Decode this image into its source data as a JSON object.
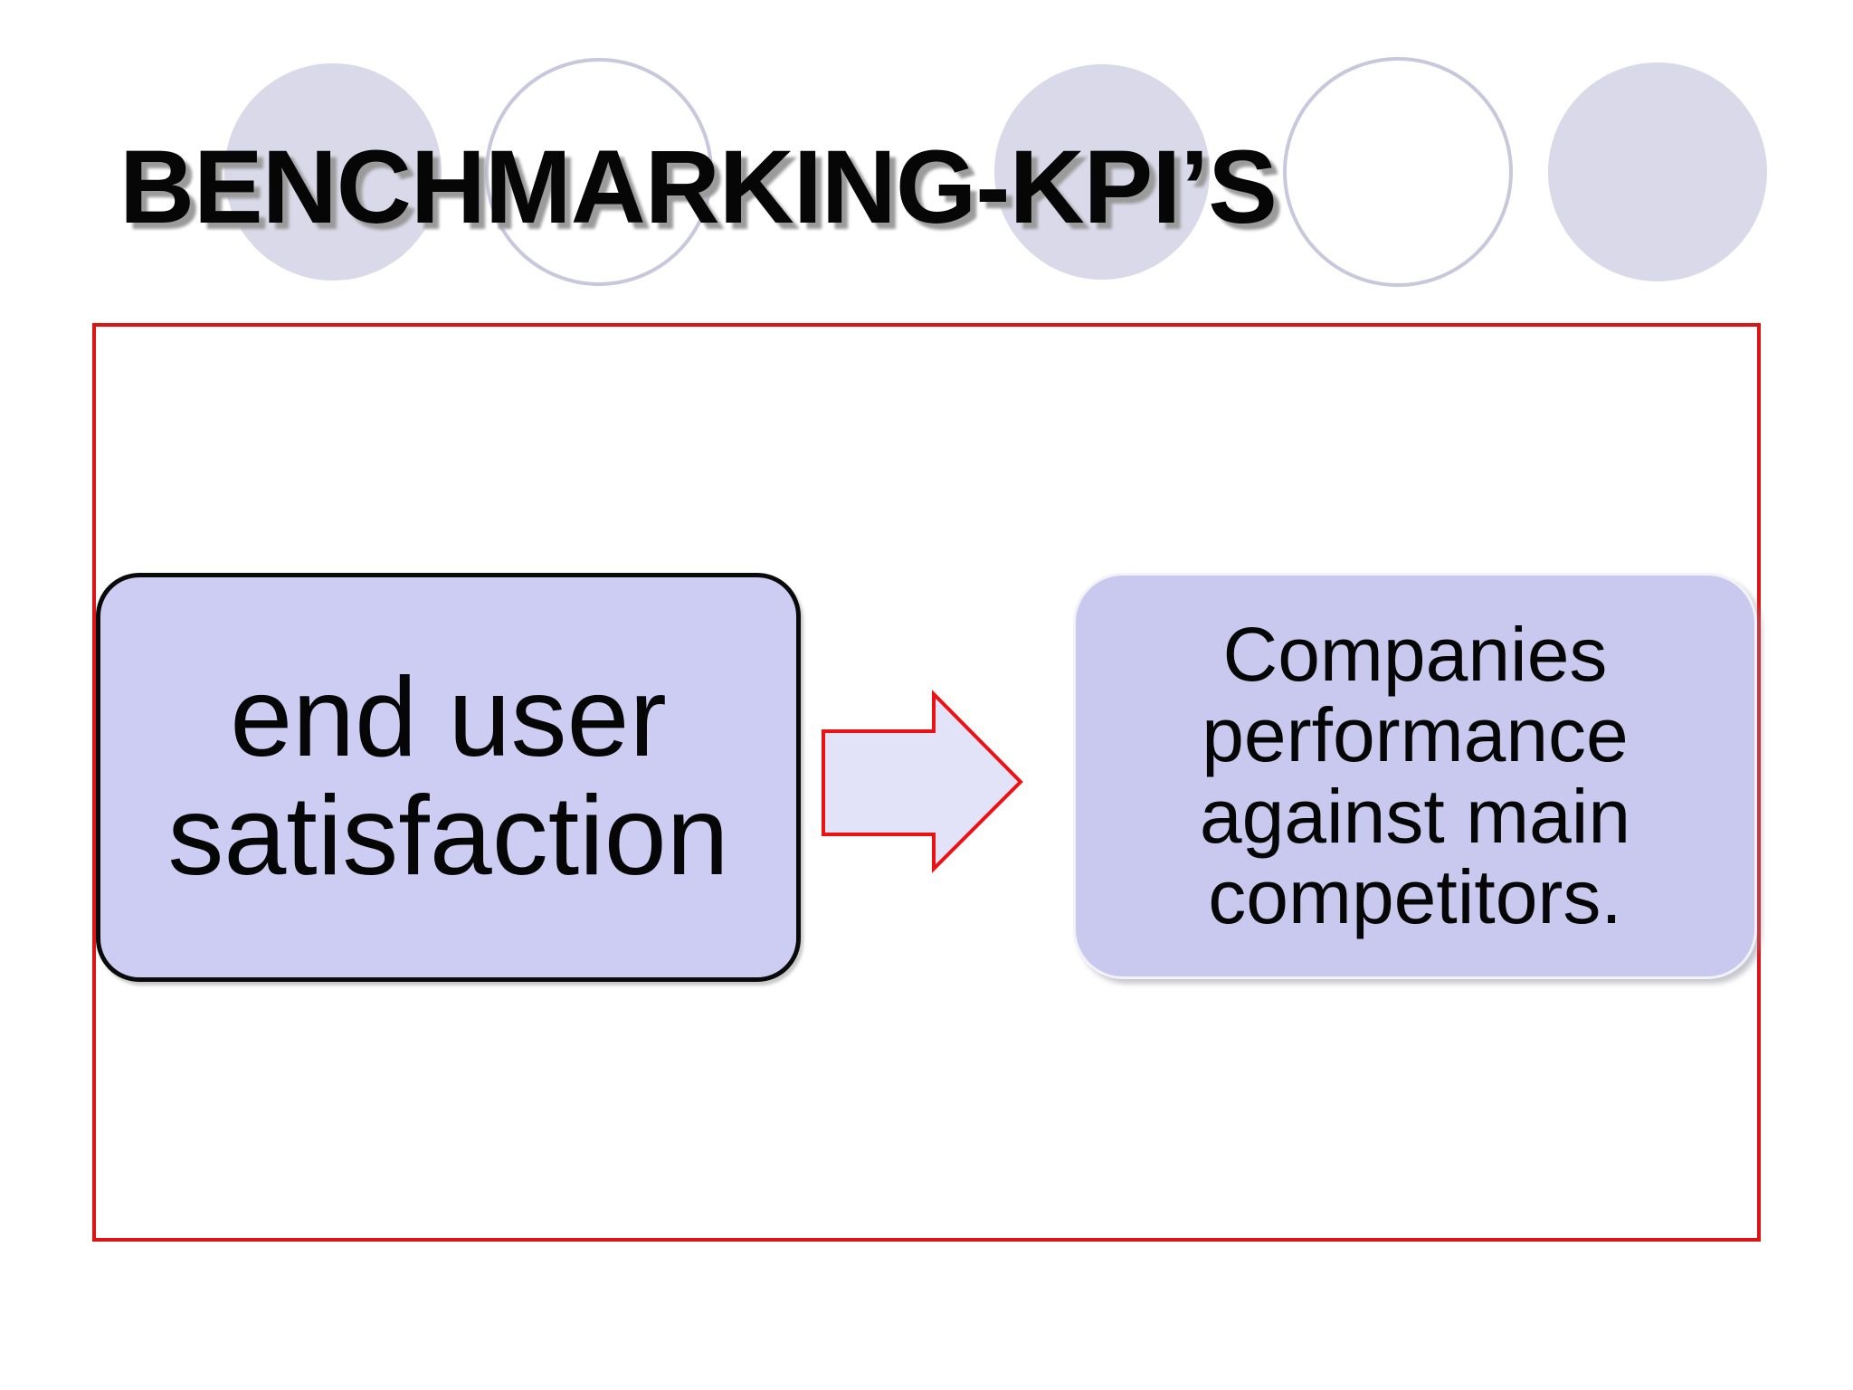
{
  "slide": {
    "title": "BENCHMARKING-KPI’S",
    "diagram": {
      "source_box": {
        "lines": [
          "end user",
          "satisfaction"
        ]
      },
      "connector": "right-arrow",
      "target_box": {
        "lines": [
          "Companies",
          "performance",
          "against main",
          "competitors."
        ]
      }
    },
    "decor": {
      "circles": [
        "filled",
        "outlined",
        "filled",
        "outlined",
        "filled"
      ]
    },
    "colors": {
      "accent_red": "#dd1414",
      "box_fill_lavender": "#cbcbf1",
      "arrow_fill": "#e2e2f8",
      "circle_fill": "#d9d9e9",
      "circle_outline": "#c7c7dd",
      "title_text": "#060606",
      "title_shadow": "#9b9b9b"
    }
  }
}
